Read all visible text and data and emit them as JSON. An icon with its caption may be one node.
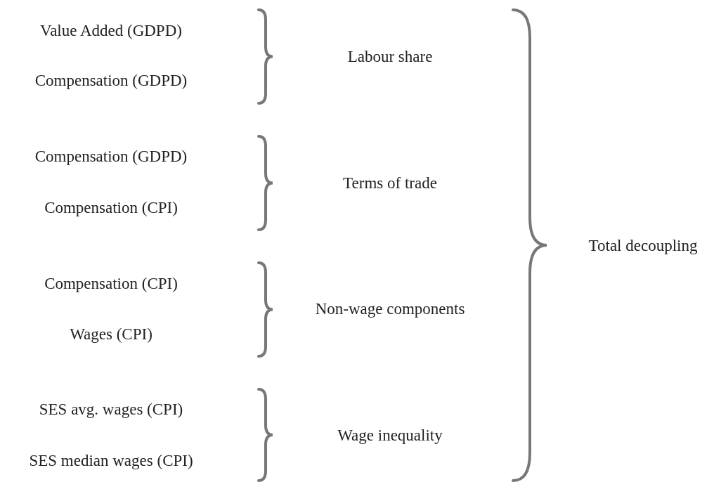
{
  "diagram": {
    "labels": [
      "Value Added (GDPD)",
      "Compensation (GDPD)",
      "Labour share",
      "Compensation (GDPD)",
      "Compensation (CPI)",
      "Terms of trade",
      "Compensation (CPI)",
      "Wages (CPI)",
      "Non-wage components",
      "SES avg. wages (CPI)",
      "SES median wages (CPI)",
      "Wage inequality",
      "Total decoupling"
    ]
  }
}
